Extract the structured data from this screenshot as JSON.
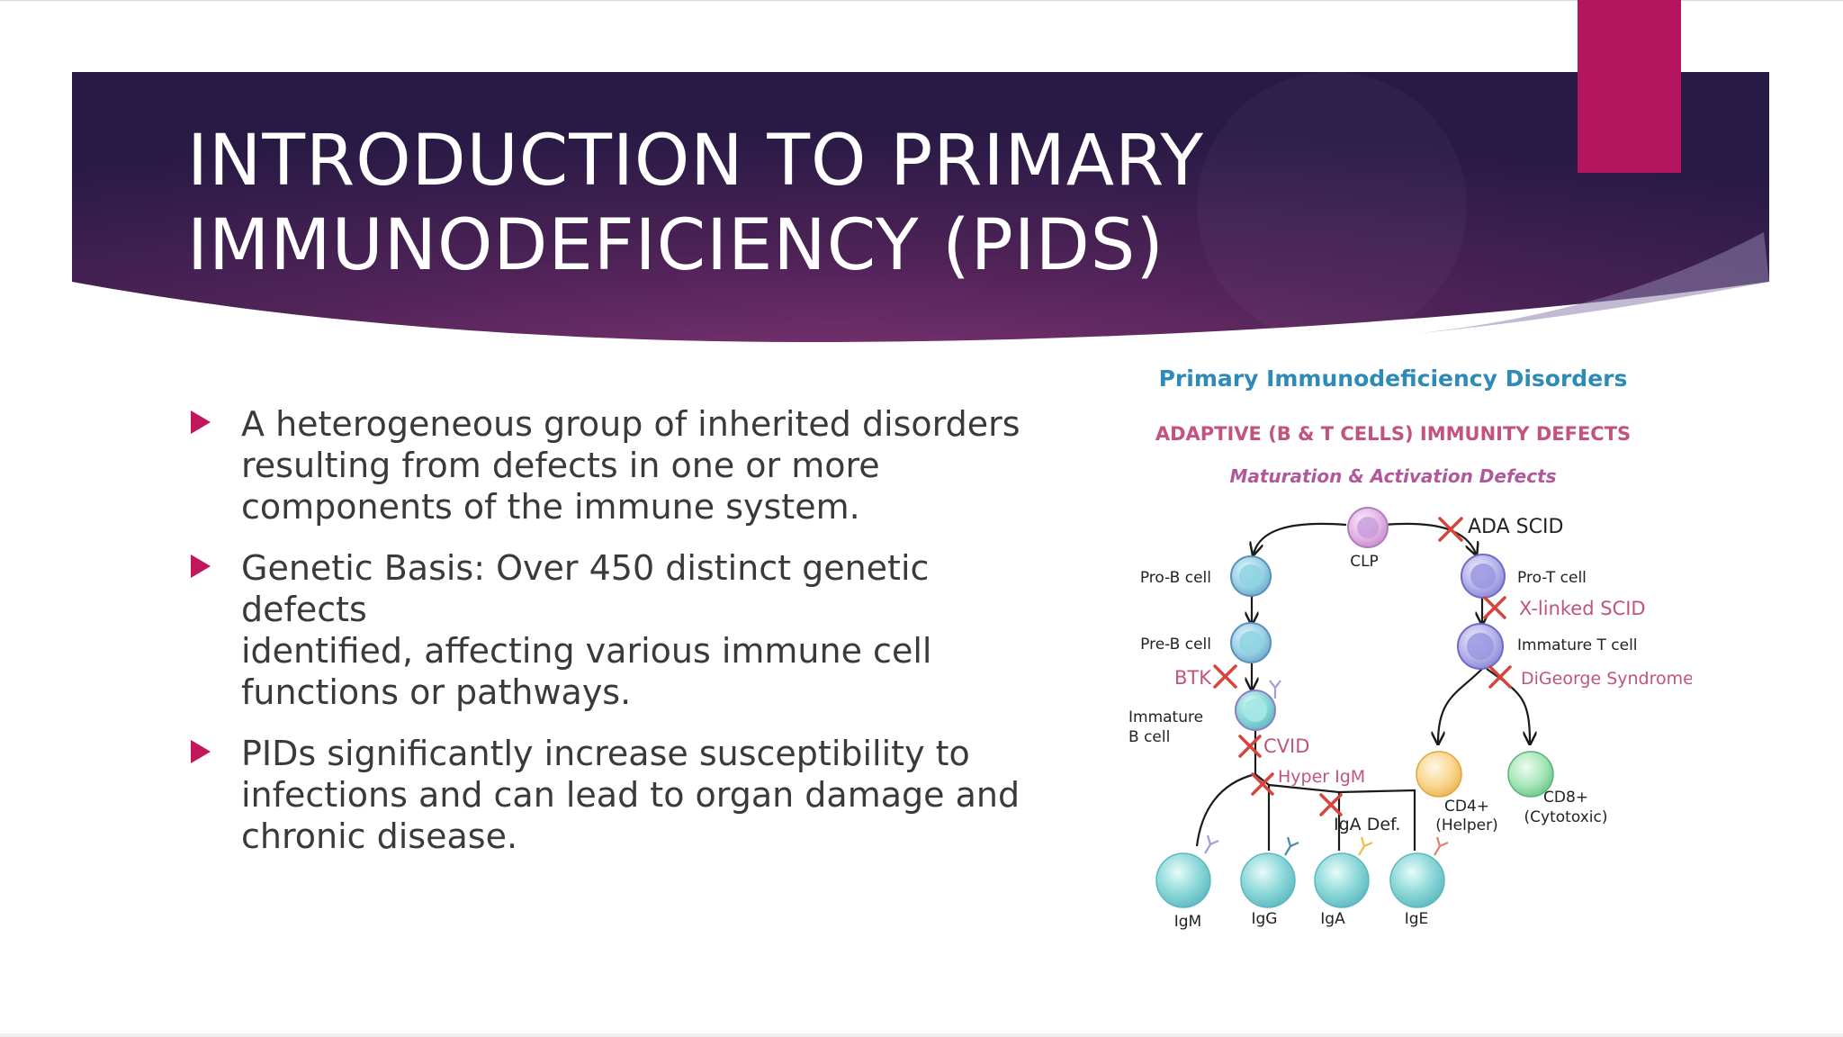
{
  "slide": {
    "title_lines": [
      "INTRODUCTION TO PRIMARY",
      "IMMUNODEFICIENCY (PIDS)"
    ],
    "bullets": [
      [
        "A heterogeneous group of inherited disorders",
        "resulting from defects in one or more",
        "components of the immune system."
      ],
      [
        "Genetic Basis: Over 450 distinct genetic defects",
        "identified, affecting various immune cell",
        "functions or pathways."
      ],
      [
        "PIDs significantly increase susceptibility to",
        "infections and can lead to organ damage and",
        "chronic disease."
      ]
    ]
  },
  "diagram": {
    "title": "Primary Immunodeficiency Disorders",
    "subtitle": "ADAPTIVE (B & T CELLS) IMMUNITY DEFECTS",
    "section": "Maturation & Activation Defects",
    "labels": {
      "clp": "CLP",
      "pro_b": "Pro-B cell",
      "pre_b": "Pre-B cell",
      "immature_b_1": "Immature",
      "immature_b_2": "B cell",
      "pro_t": "Pro-T cell",
      "immature_t": "Immature T cell",
      "cd4_1": "CD4+",
      "cd4_2": "(Helper)",
      "cd8_1": "CD8+",
      "cd8_2": "(Cytotoxic)",
      "igm": "IgM",
      "igg": "IgG",
      "iga": "IgA",
      "ige": "IgE"
    },
    "defects": {
      "ada_scid": "ADA SCID",
      "x_scid": "X-linked SCID",
      "digeorge": "DiGeorge Syndrome",
      "btk": "BTK",
      "cvid": "CVID",
      "hyper_igm": "Hyper IgM",
      "iga_def": "IgA Def."
    }
  },
  "colors": {
    "banner_dark": "#2b1b47",
    "banner_mid": "#6e2d6b",
    "accent": "#b5145f",
    "bullet_arrow": "#c2185b",
    "diagram_title": "#2e8bb8",
    "diagram_subtitle": "#c2527f",
    "defect_red": "#d6453b"
  }
}
